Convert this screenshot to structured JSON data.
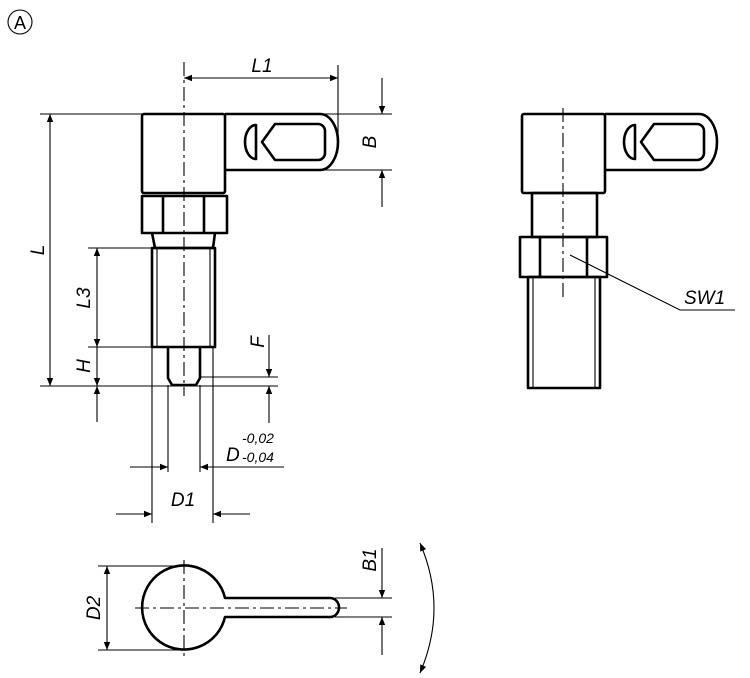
{
  "view_marker": "A",
  "labels": {
    "L1": "L1",
    "B": "B",
    "L": "L",
    "L3": "L3",
    "H": "H",
    "F": "F",
    "D": "D",
    "D_upper_tol": "-0,02",
    "D_lower_tol": "-0,04",
    "D1": "D1",
    "SW1": "SW1",
    "D2": "D2",
    "B1": "B1"
  },
  "colors": {
    "line": "#000000",
    "background": "#ffffff"
  }
}
